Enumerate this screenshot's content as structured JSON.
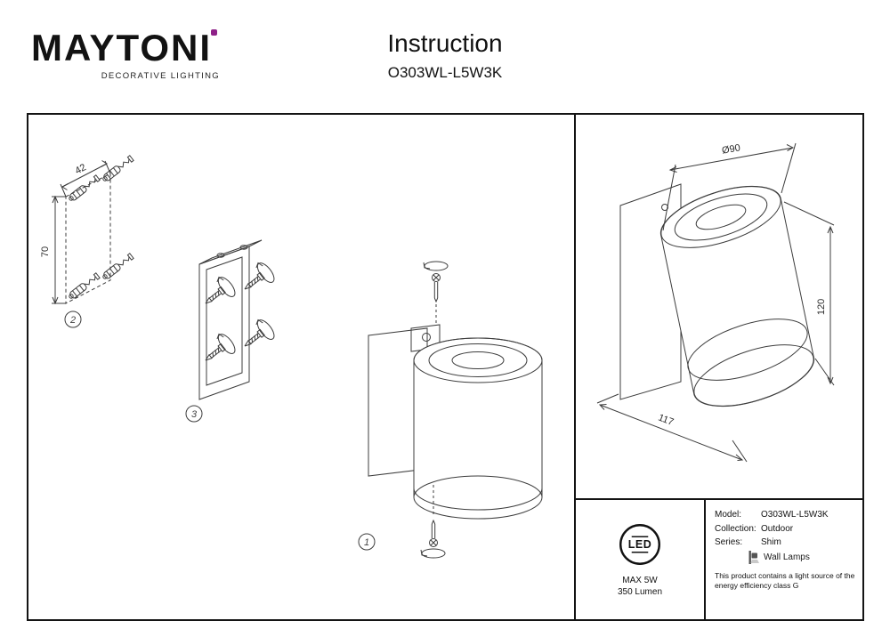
{
  "header": {
    "logo": {
      "brand": "MAYTONI",
      "tagline": "DECORATIVE LIGHTING",
      "accent_color": "#8e2188"
    },
    "title": "Instruction",
    "model": "O303WL-L5W3K"
  },
  "diagram": {
    "steps": {
      "step1": "1",
      "step2": "2",
      "step3": "3"
    },
    "mount_dims": {
      "width": "42",
      "height": "70"
    },
    "lamp_dims": {
      "diameter": "Ø90",
      "height": "120",
      "depth": "117"
    }
  },
  "info": {
    "led": {
      "label": "LED",
      "max_power": "MAX 5W",
      "lumen": "350 Lumen"
    },
    "specs": {
      "model_label": "Model:",
      "model_value": "O303WL-L5W3K",
      "collection_label": "Collection:",
      "collection_value": "Outdoor",
      "series_label": "Series:",
      "series_value": "Shim",
      "category_value": "Wall Lamps"
    },
    "energy_note": "This product contains a light source of the energy efficiency class G"
  }
}
